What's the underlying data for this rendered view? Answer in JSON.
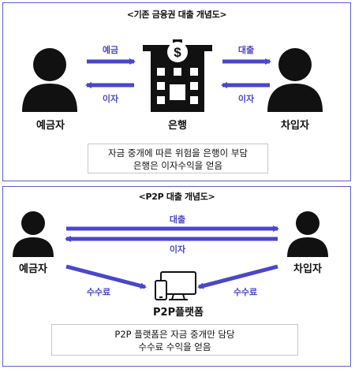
{
  "top": {
    "title": "<기존 금융권 대출 개념도>",
    "depositor": "예금자",
    "bank": "은행",
    "borrower": "차입자",
    "arrow_deposit": "예금",
    "arrow_interest_left": "이자",
    "arrow_loan": "대출",
    "arrow_interest_right": "이자",
    "bank_symbol": "$",
    "note_line1": "자금 중개에 따른 위험을 은행이 부담",
    "note_line2": "은행은 이자수익을 얻음"
  },
  "bottom": {
    "title": "<P2P 대출 개념도>",
    "depositor": "예금자",
    "borrower": "차입자",
    "platform": "P2P플랫폼",
    "arrow_loan": "대출",
    "arrow_interest": "이자",
    "fee_left": "수수료",
    "fee_right": "수수료",
    "note_line1": "P2P 플랫폼은 자금 중개만 담당",
    "note_line2": "수수료 수익을 얻음"
  },
  "colors": {
    "accent": "#4b46c9",
    "border": "#5b5ec9",
    "figure": "#111111"
  },
  "icons": [
    "person-icon",
    "bank-building-icon",
    "computer-phone-icon"
  ]
}
